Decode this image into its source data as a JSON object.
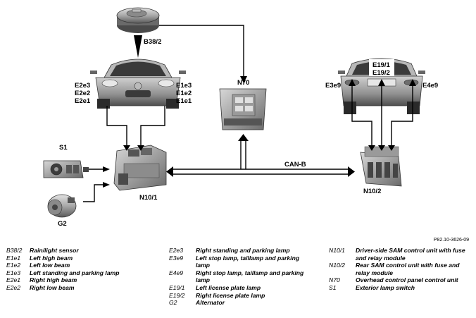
{
  "labels": {
    "b38_2": "B38/2",
    "n70": "N70",
    "n10_1": "N10/1",
    "n10_2": "N10/2",
    "s1": "S1",
    "g2": "G2",
    "can_b": "CAN-B",
    "front_left": [
      "E2e3",
      "E2e2",
      "E2e1"
    ],
    "front_right": [
      "E1e3",
      "E1e2",
      "E1e1"
    ],
    "rear_plate": [
      "E19/1",
      "E19/2"
    ],
    "rear_left": "E3e9",
    "rear_right": "E4e9"
  },
  "reference": "P82.10-3626-09",
  "legend": {
    "col1": [
      {
        "code": "B38/2",
        "desc": "Rain/light sensor"
      },
      {
        "code": "E1e1",
        "desc": "Left high beam"
      },
      {
        "code": "E1e2",
        "desc": "Left low beam"
      },
      {
        "code": "E1e3",
        "desc": "Left standing and parking lamp"
      },
      {
        "code": "E2e1",
        "desc": "Right high beam"
      },
      {
        "code": "E2e2",
        "desc": "Right low beam"
      }
    ],
    "col2": [
      {
        "code": "E2e3",
        "desc": "Right standing and parking lamp"
      },
      {
        "code": "E3e9",
        "desc": "Left stop lamp, taillamp and parking lamp"
      },
      {
        "code": "E4e9",
        "desc": "Right stop lamp, taillamp and parking lamp"
      },
      {
        "code": "E19/1",
        "desc": "Left license plate lamp"
      },
      {
        "code": "E19/2",
        "desc": "Right license plate lamp"
      },
      {
        "code": "G2",
        "desc": "Alternator"
      }
    ],
    "col3": [
      {
        "code": "N10/1",
        "desc": "Driver-side SAM control unit with fuse and relay module"
      },
      {
        "code": "N10/2",
        "desc": "Rear SAM control unit with fuse and relay module"
      },
      {
        "code": "N70",
        "desc": "Overhead control panel control unit"
      },
      {
        "code": "S1",
        "desc": "Exterior lamp switch"
      }
    ]
  }
}
